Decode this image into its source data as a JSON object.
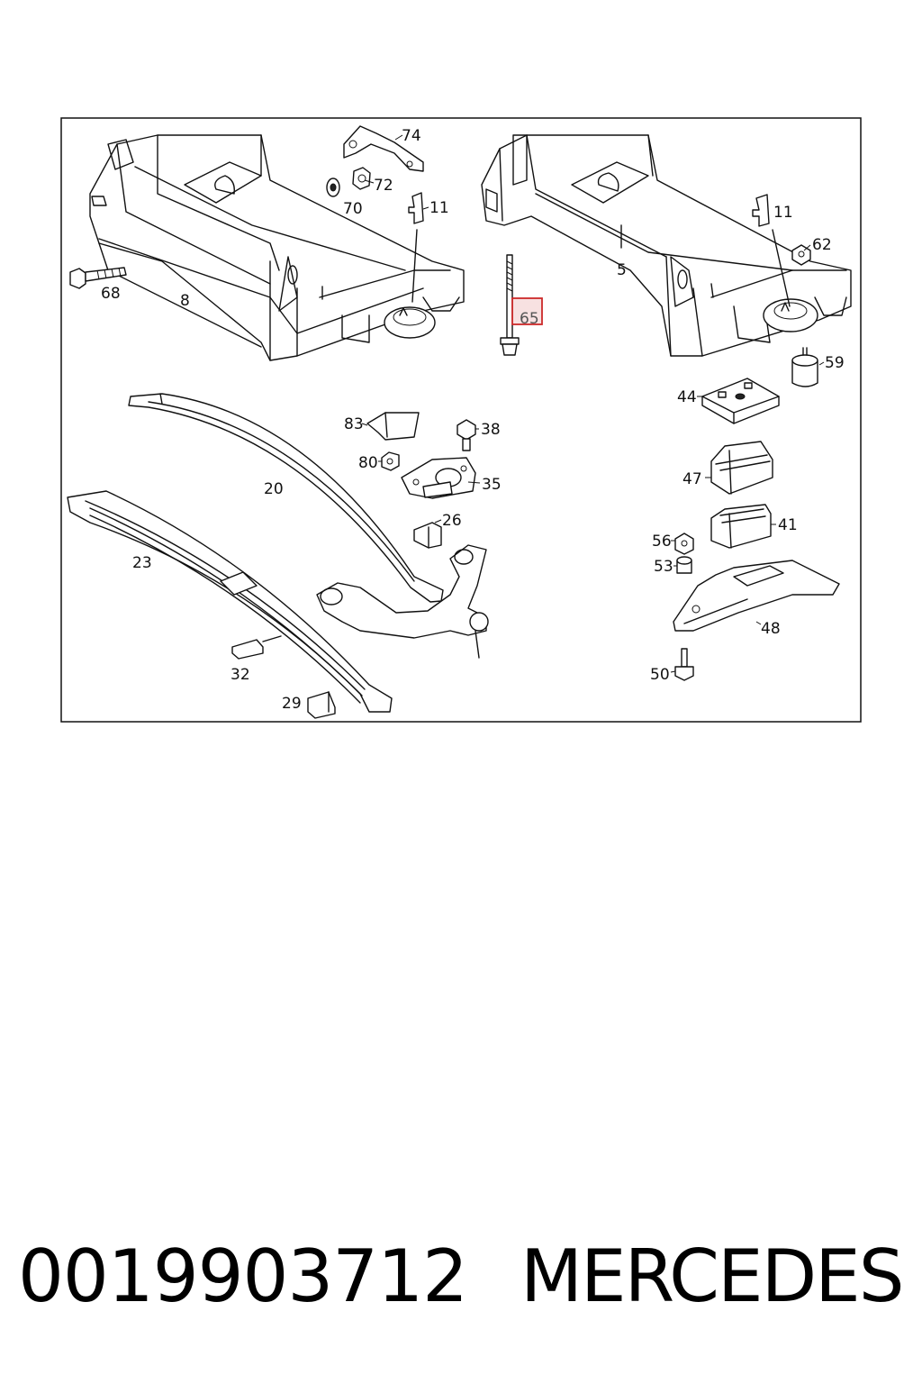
{
  "diagram": {
    "labels": {
      "p74": "74",
      "p72": "72",
      "p70": "70",
      "p11a": "11",
      "p68": "68",
      "p8": "8",
      "p65": "65",
      "p11b": "11",
      "p62": "62",
      "p5": "5",
      "p59": "59",
      "p44": "44",
      "p83": "83",
      "p38": "38",
      "p80": "80",
      "p35": "35",
      "p20": "20",
      "p26": "26",
      "p47": "47",
      "p41": "41",
      "p56": "56",
      "p53": "53",
      "p48": "48",
      "p23": "23",
      "p32": "32",
      "p29": "29",
      "p50": "50"
    },
    "highlight_color": "#cc2a2a"
  },
  "caption": {
    "part_number": "0019903712",
    "brand": "MERCEDES"
  }
}
